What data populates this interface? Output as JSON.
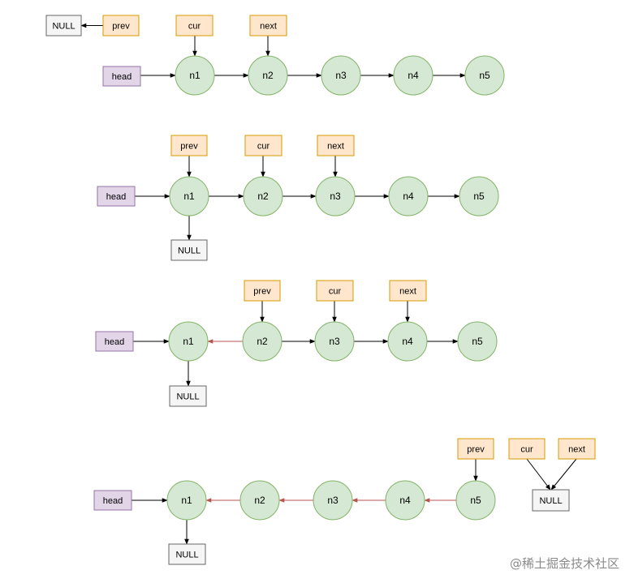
{
  "labels": {
    "head": "head",
    "prev": "prev",
    "cur": "cur",
    "next": "next",
    "null": "NULL"
  },
  "nodes": [
    "n1",
    "n2",
    "n3",
    "n4",
    "n5"
  ],
  "colors": {
    "node_fill": "#d5e8d4",
    "node_stroke": "#82b366",
    "head_fill": "#e1d5e7",
    "head_stroke": "#9673a6",
    "pointer_fill": "#ffe6cc",
    "pointer_stroke": "#d79b00",
    "null_fill": "#f5f5f5",
    "null_stroke": "#666666",
    "arrow_forward": "#000000",
    "arrow_reversed": "#b85450"
  },
  "stages": [
    {
      "id": "stage-1",
      "reversed_links": 0
    },
    {
      "id": "stage-2",
      "reversed_links": 0
    },
    {
      "id": "stage-3",
      "reversed_links": 1
    },
    {
      "id": "stage-4",
      "reversed_links": 4
    }
  ],
  "watermark": "@稀土掘金技术社区"
}
